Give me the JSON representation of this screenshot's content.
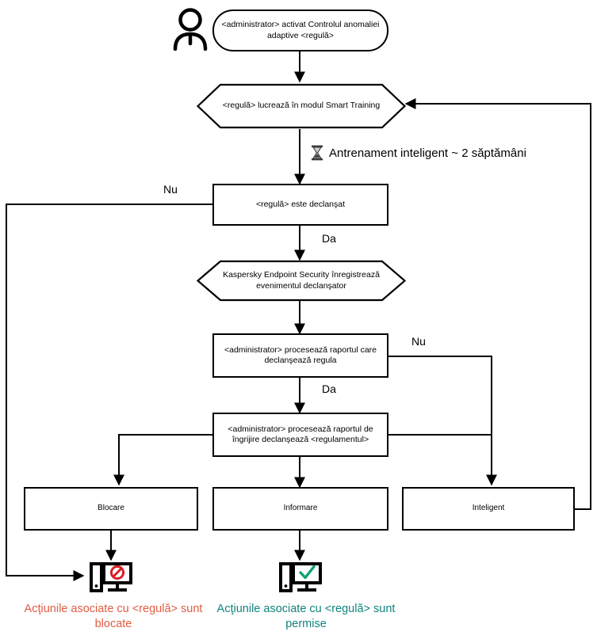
{
  "diagram": {
    "title": "Adaptive Anomaly Control rule lifecycle",
    "colors": {
      "stroke": "#000000",
      "blocked_text": "#E05C43",
      "allowed_text": "#11847E",
      "blocked_icon": "#D81F26",
      "allowed_icon": "#0FA07A"
    },
    "nodes": {
      "actor": {
        "name": "administrator-actor",
        "icon": "person-icon"
      },
      "start": {
        "label": "<administrator> activat Controlul anomaliei adaptive <regulă>",
        "shape": "rounded"
      },
      "smart_training": {
        "label": "<regulă> lucrează în modul Smart Training",
        "shape": "hexagon"
      },
      "rule_triggered": {
        "label": "<regulă> este declanşat",
        "shape": "rect"
      },
      "kes_registers": {
        "label": "Kaspersky Endpoint Security înregistrează evenimentul declanşator",
        "shape": "hexagon"
      },
      "admin_processes_report": {
        "label": "<administrator> procesează raportul care declanşează regula",
        "shape": "rect"
      },
      "admin_processes_care_report": {
        "label": "<administrator> procesează raportul de îngrijire declanşează <regulamentul>",
        "shape": "rect"
      },
      "block": {
        "label": "Blocare",
        "shape": "rect"
      },
      "inform": {
        "label": "Informare",
        "shape": "rect"
      },
      "smart": {
        "label": "Inteligent",
        "shape": "rect"
      }
    },
    "annotations": {
      "training_duration": {
        "icon": "hourglass-icon",
        "label": "Antrenament inteligent ~ 2 săptămâni"
      }
    },
    "edge_labels": {
      "no_rule_triggered": "Nu",
      "yes_rule_triggered": "Da",
      "no_report": "Nu",
      "yes_report": "Da"
    },
    "outcomes": {
      "blocked": {
        "icon": "monitor-blocked-icon",
        "caption_line1": "Acţiunile asociate cu <regulă> sunt",
        "caption_line2": "blocate"
      },
      "allowed": {
        "icon": "monitor-allowed-icon",
        "caption_line1": "Acţiunile asociate cu <regulă> sunt",
        "caption_line2": "permise"
      }
    }
  }
}
